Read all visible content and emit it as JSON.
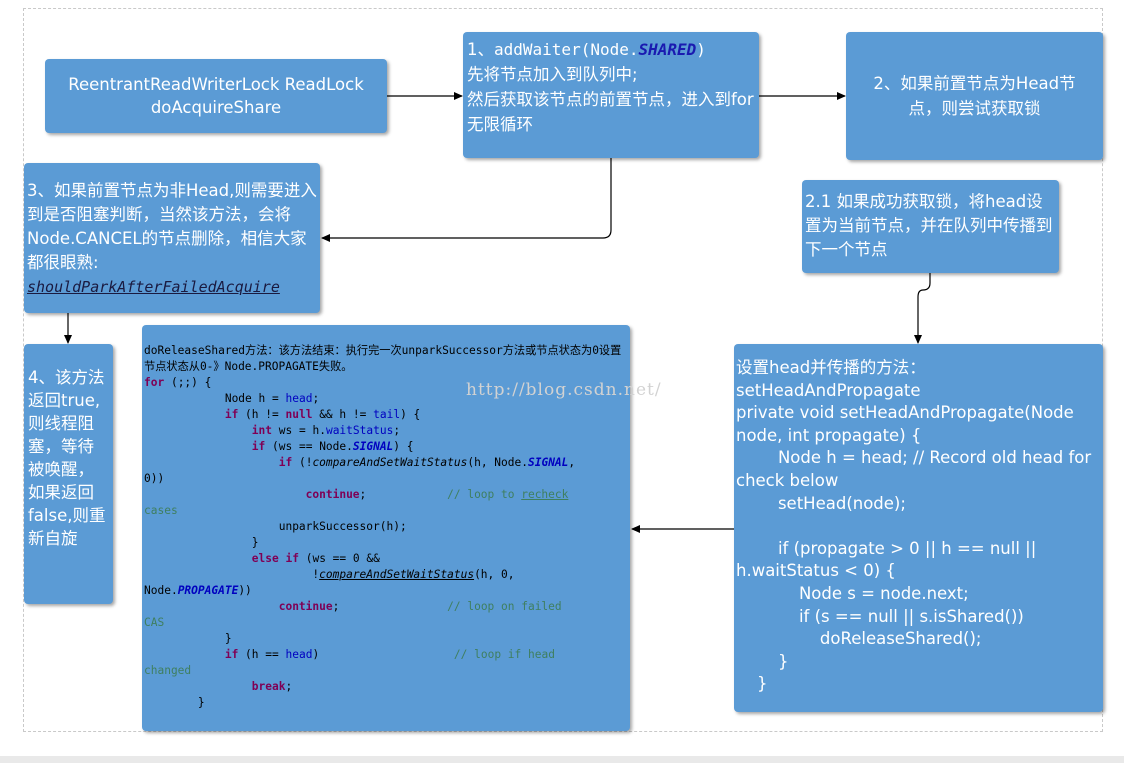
{
  "nodes": {
    "start": {
      "line1": "ReentrantReadWriterLock ReadLock",
      "line2": "doAcquireShare"
    },
    "step1": {
      "prefix": "1、",
      "call": "addWaiter(Node.",
      "arg": "SHARED",
      "close": ")",
      "text1": "先将节点加入到队列中;",
      "text2": "然后获取该节点的前置节点，进入到for无限循环"
    },
    "step2": {
      "text": "2、如果前置节点为Head节点，则尝试获取锁"
    },
    "step3": {
      "text": "3、如果前置节点为非Head,则需要进入到是否阻塞判断，当然该方法，会将Node.CANCEL的节点删除，相信大家都很眼熟:",
      "method": "shouldParkAfterFailedAcquire"
    },
    "step21": {
      "text": "2.1 如果成功获取锁，将head设置为当前节点，并在队列中传播到下一个节点"
    },
    "step4": {
      "text": "4、该方法返回true,则线程阻塞，等待被唤醒，如果返回false,则重新自旋"
    },
    "release": {
      "desc": "doReleaseShared方法：该方法结束：执行完一次unparkSuccessor方法或节点状态为0设置节点状态从0-》Node.PROPAGATE失败。",
      "code": {
        "for_kw": "for",
        "for_rest": " (;;) {",
        "node_decl": "Node ",
        "h": "h",
        "assign": " = ",
        "head": "head",
        "semi": ";",
        "if_kw": "if",
        "cond1_a": " (",
        "ne_null": " != ",
        "null_kw": "null",
        "and": " && ",
        "tail": "tail",
        "cond1_end": ") {",
        "int_kw": "int",
        "ws": "ws",
        "wait_status": "waitStatus",
        "eqeq": " == ",
        "node_dot": "Node.",
        "signal": "SIGNAL",
        "not": "!",
        "cas_ws": "compareAndSetWaitStatus",
        "cas_args1": "(h, Node.",
        "cas_close1": ",",
        "wrap1": "0))",
        "continue_kw": "continue",
        "comment_recheck_a": "// loop to ",
        "comment_recheck_b": "recheck",
        "comment_recheck_c": "cases",
        "unpark": "unparkSuccessor(h);",
        "close": "}",
        "else_kw": "else",
        "zero": "0",
        "cas_args2": "(h, 0,",
        "propagate": "PROPAGATE",
        "wrap2_end": "))",
        "comment_failed_a": "// loop on failed",
        "comment_failed_b": "CAS",
        "comment_head_a": "// loop if head",
        "comment_head_b": "changed",
        "break_kw": "break"
      }
    },
    "propagate_box": {
      "lines": [
        "设置head并传播的方法：",
        "setHeadAndPropagate",
        "private void setHeadAndPropagate(Node node, int propagate) {",
        "        Node h = head; // Record old head for check below",
        "        setHead(node);",
        "",
        "        if (propagate > 0 || h == null || h.waitStatus < 0) {",
        "            Node s = node.next;",
        "            if (s == null || s.isShared())",
        "                doReleaseShared();",
        "        }",
        "    }"
      ]
    }
  },
  "watermark": "http://blog.csdn.net/",
  "colors": {
    "box_fill": "#5b9bd5",
    "box_text": "#ffffff",
    "arrow": "#000000"
  }
}
